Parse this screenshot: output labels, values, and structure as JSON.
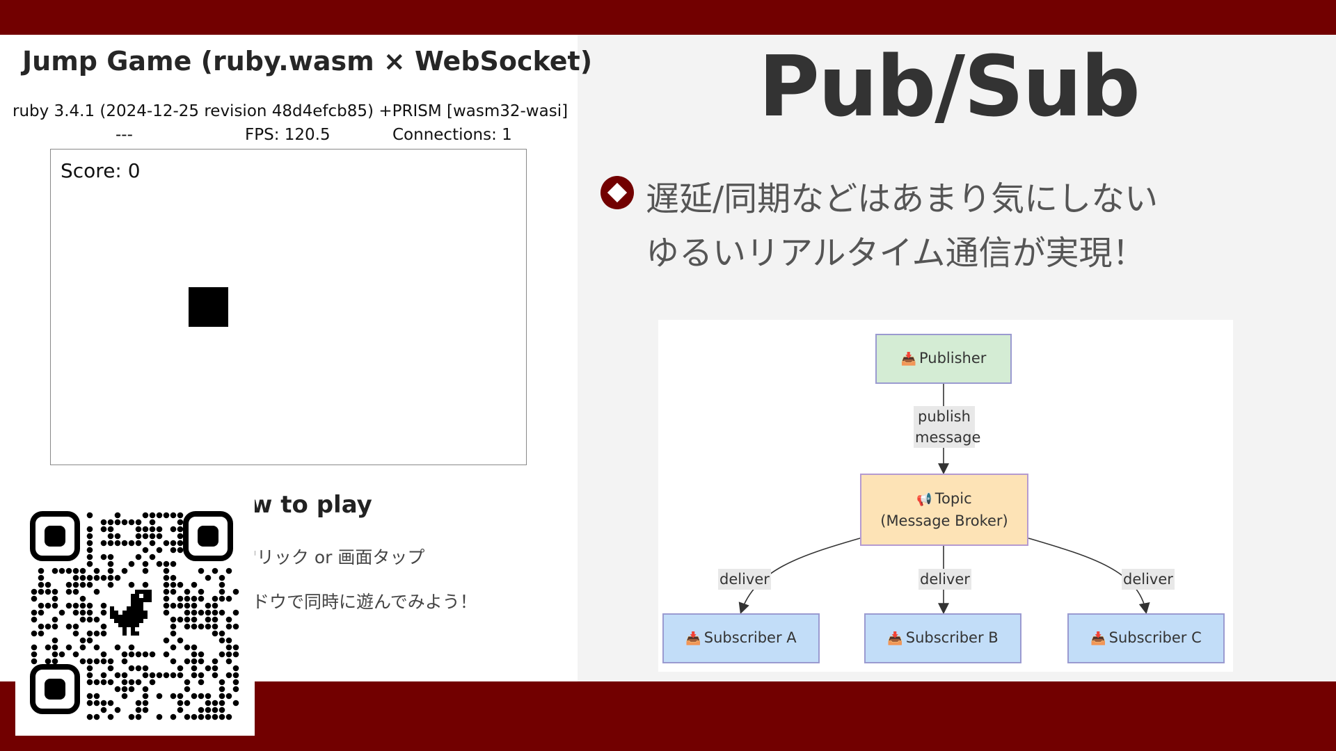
{
  "game": {
    "title": "Jump Game (ruby.wasm × WebSocket)",
    "ruby_version": "ruby 3.4.1 (2024-12-25 revision 48d4efcb85) +PRISM [wasm32-wasi]",
    "status": {
      "left": "---",
      "fps": "FPS: 120.5",
      "connections": "Connections: 1"
    },
    "score": "Score: 0",
    "howto": {
      "title": "w to play",
      "line1": "'リック or 画面タップ",
      "line2": "ドウで同時に遊んでみよう！"
    }
  },
  "slide": {
    "title": "Pub/Sub",
    "bullet_line1": "遅延/同期などはあまり気にしない",
    "bullet_line2": "ゆるいリアルタイム通信が実現！"
  },
  "diagram": {
    "publisher": "Publisher",
    "publish_label_1": "publish",
    "publish_label_2": "message",
    "topic_1": "Topic",
    "topic_2": "(Message Broker)",
    "deliver_a": "deliver",
    "deliver_b": "deliver",
    "deliver_c": "deliver",
    "subscriber_a": "Subscriber A",
    "subscriber_b": "Subscriber B",
    "subscriber_c": "Subscriber C",
    "icons": {
      "publisher": "inbox-tray-icon",
      "topic": "megaphone-icon",
      "subscriber": "inbox-tray-icon"
    }
  },
  "colors": {
    "brand": "#720000",
    "publisher_fill": "#d4ecd4",
    "topic_fill": "#fde3b6",
    "subscriber_fill": "#c2ddf8"
  }
}
